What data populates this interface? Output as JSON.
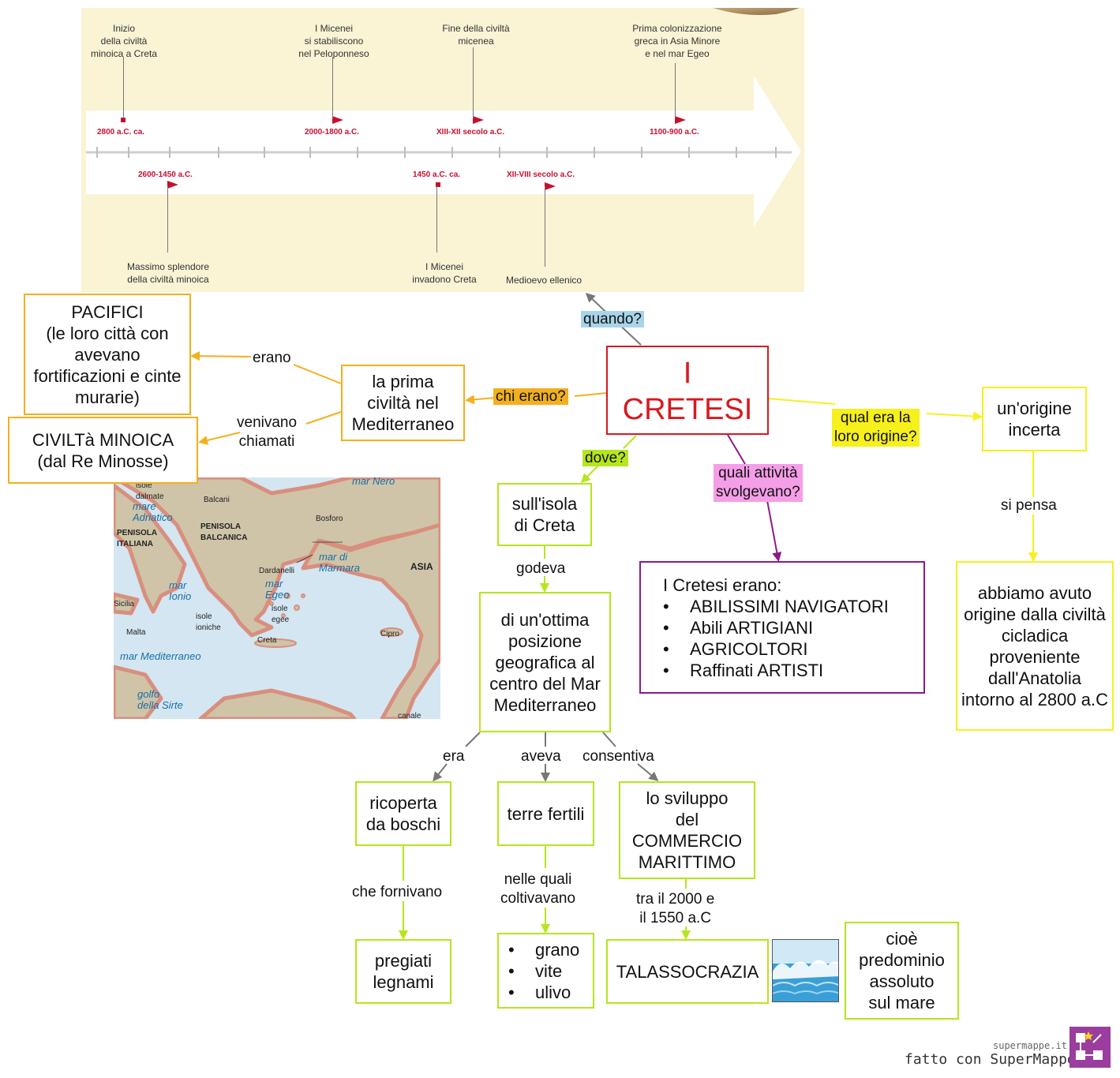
{
  "timeline": {
    "top_events": [
      {
        "text": "Inizio\ndella civiltà\nminoica a Creta",
        "date": "2800 a.C. ca."
      },
      {
        "text": "I Micenei\nsi stabiliscono\nnel Peloponneso",
        "date": "2000-1800 a.C."
      },
      {
        "text": "Fine della civiltà\nmicenea",
        "date": "XIII-XII secolo a.C."
      },
      {
        "text": "Prima colonizzazione\ngreca in Asia Minore\ne nel mar Egeo",
        "date": "1100-900 a.C."
      }
    ],
    "bottom_events": [
      {
        "text": "Massimo splendore\ndella civiltà minoica",
        "date": "2600-1450 a.C."
      },
      {
        "text": "I Micenei\ninvadono Creta",
        "date": "1450 a.C. ca."
      },
      {
        "text": "Medioevo ellenico",
        "date": "XII-VIII secolo a.C."
      }
    ]
  },
  "map": {
    "labels": {
      "isole_dalmate": "isole\ndalmate",
      "balcani": "Balcani",
      "mare_adriatico": "mare\nAdriatico",
      "penisola_italiana": "PENISOLA\nITALIANA",
      "penisola_balcanica": "PENISOLA\nBALCANICA",
      "mar_nero": "mar Nero",
      "bosforo": "Bosforo",
      "mar_di_marmara": "mar di\nMarmara",
      "dardanelli": "Dardanelli",
      "asia": "ASIA",
      "mar_egeo": "mar\nEgeo",
      "isole_egee": "isole\negee",
      "mar_ionio": "mar\nIonio",
      "isole_ioniche": "isole\nioniche",
      "sicilia": "Sicilia",
      "malta": "Malta",
      "creta": "Creta",
      "cipro": "Cipro",
      "mar_mediterraneo": "mar Mediterraneo",
      "golfo_della_sirte": "golfo\ndella Sirte",
      "canale": "canale"
    }
  },
  "nodes": {
    "main": "I\nCRETESI",
    "pacifici": "PACIFICI\n(le loro città con avevano fortificazioni e cinte murarie)",
    "civilta_minoica": "CIVILTà MINOICA\n(dal Re Minosse)",
    "prima_civilta": "la prima\nciviltà nel\nMediterraneo",
    "origine_incerta": "un'origine\nincerta",
    "origine_cicladica": "abbiamo avuto origine dalla civiltà cicladica proveniente dall'Anatolia intorno al 2800 a.C",
    "isola_creta": "sull'isola\ndi Creta",
    "posizione": "di un'ottima posizione geografica al centro del Mar Mediterraneo",
    "attivita_title": "I Cretesi erano:",
    "attivita_items": [
      "ABILISSIMI NAVIGATORI",
      "Abili ARTIGIANI",
      "AGRICOLTORI",
      "Raffinati ARTISTI"
    ],
    "boschi": "ricoperta\nda boschi",
    "terre": "terre fertili",
    "commercio": "lo sviluppo\ndel\nCOMMERCIO\nMARITTIMO",
    "legnami": "pregiati\nlegnami",
    "colture": [
      "grano",
      "vite",
      "ulivo"
    ],
    "talassocrazia": "TALASSOCRAZIA",
    "predominio": "cioè\npredominio\nassoluto\nsul mare"
  },
  "labels": {
    "quando": "quando?",
    "chi_erano": "chi erano?",
    "qual_origine": "qual era la\nloro origine?",
    "dove": "dove?",
    "quali_attivita": "quali attività\nsvolgevano?",
    "erano": "erano",
    "venivano": "venivano\nchiamati",
    "si_pensa": "si pensa",
    "godeva": "godeva",
    "era": "era",
    "aveva": "aveva",
    "consentiva": "consentiva",
    "che_fornivano": "che fornivano",
    "nelle_quali": "nelle quali\ncoltivavano",
    "tra_il": "tra il 2000 e\nil 1550 a.C"
  },
  "colors": {
    "orange": "#f2b01e",
    "lime": "#b5e61d",
    "yellow": "#f6f01c",
    "purple": "#8b1a8b",
    "red": "#d71920",
    "blue_label": "#a8d4ea",
    "pink_label": "#f59ee8"
  },
  "footer": {
    "site": "supermappe.it",
    "made_with": "fatto con SuperMappe"
  }
}
